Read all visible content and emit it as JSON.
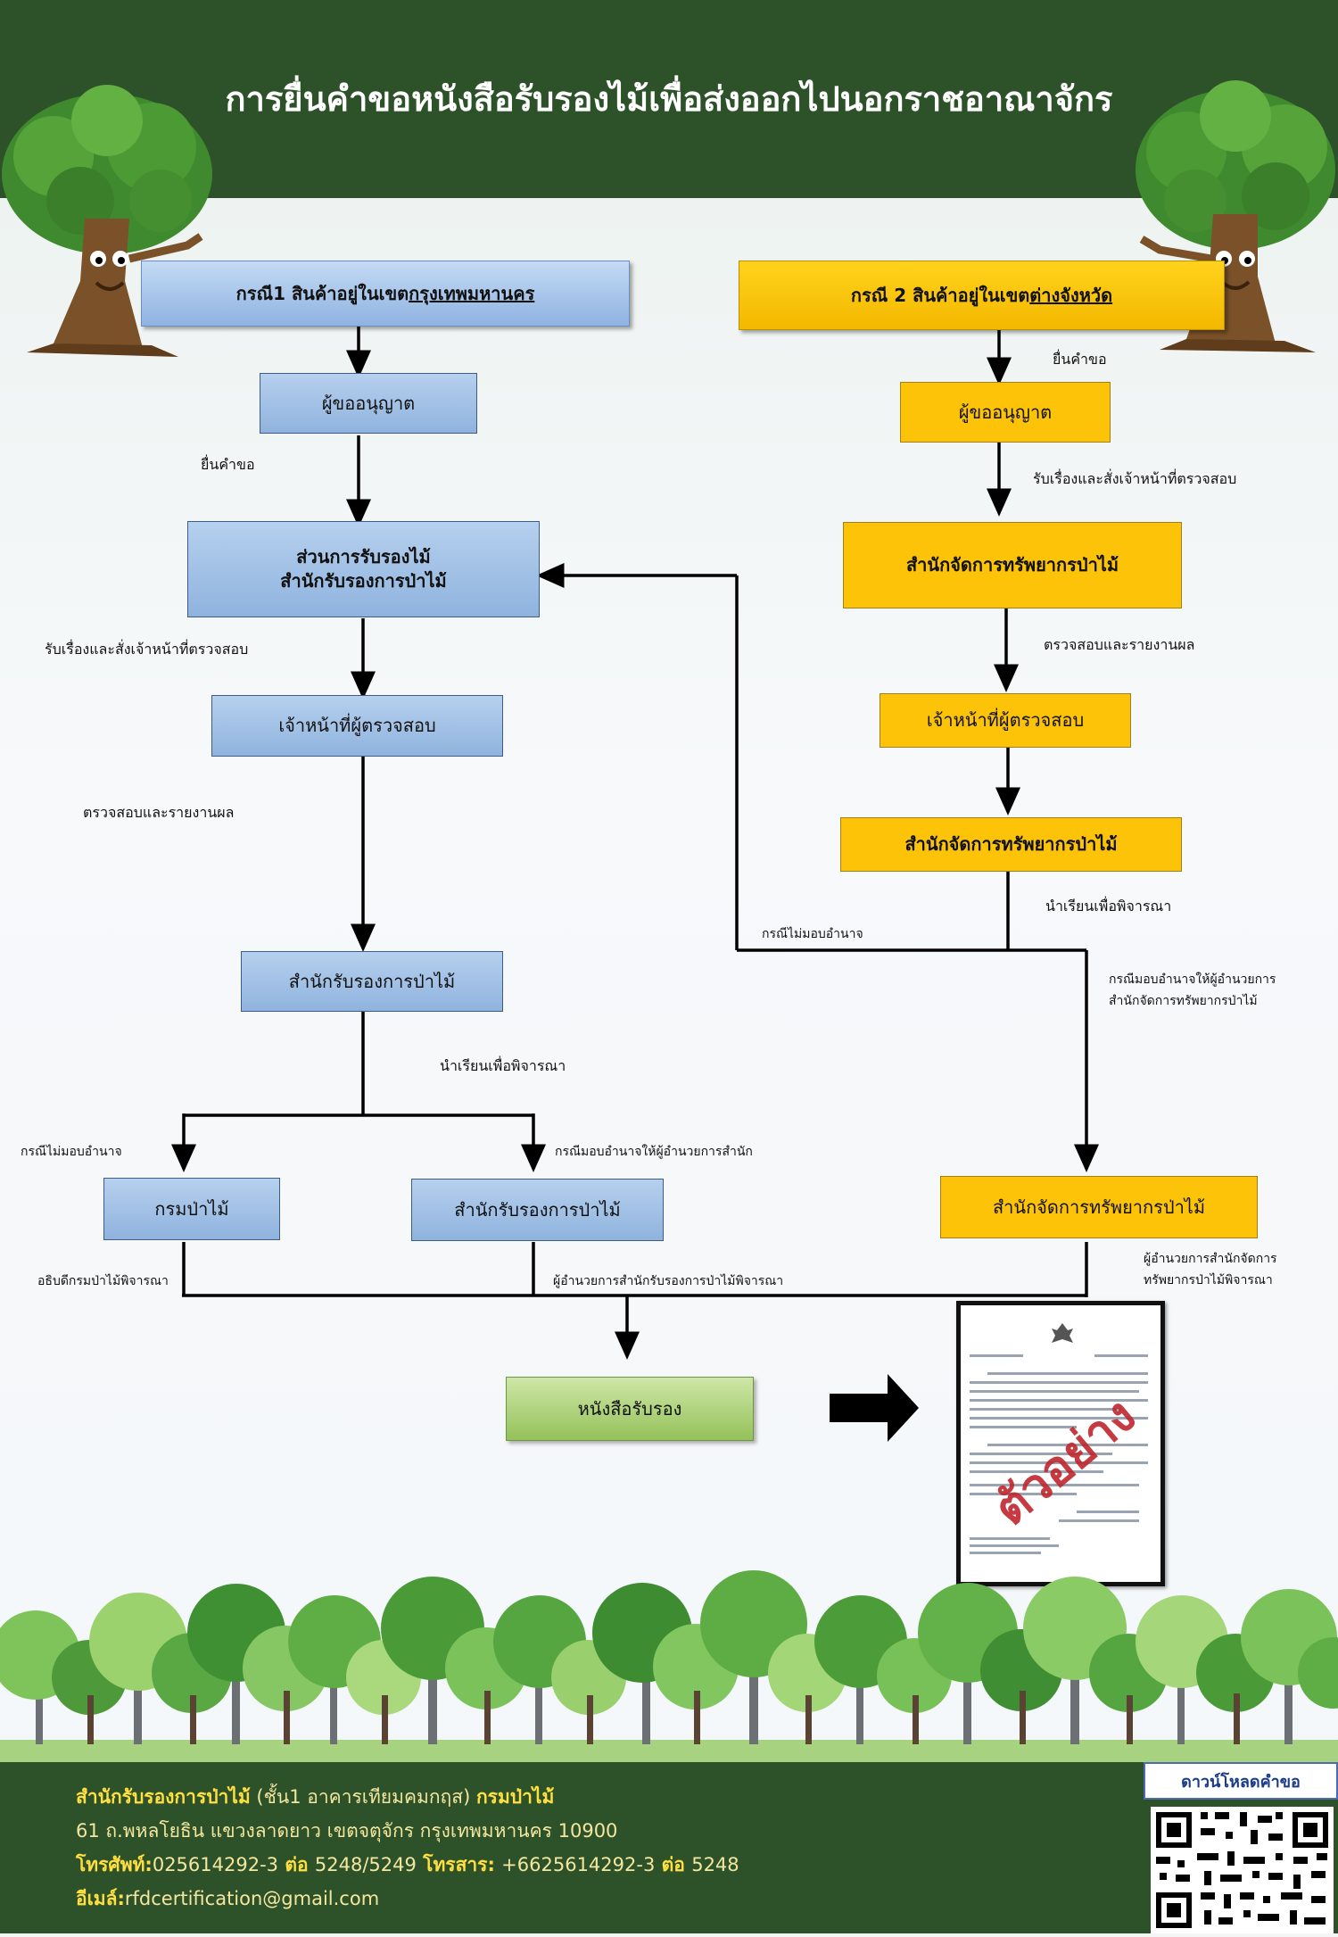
{
  "title": "การยื่นคำขอหนังสือรับรองไม้เพื่อส่งออกไปนอกราชอาณาจักร",
  "case1": {
    "header_prefix": "กรณี1  สินค้าอยู่ในเขต",
    "header_underlined": "กรุงเทพมหานคร",
    "applicant": "ผู้ขออนุญาต",
    "submit": "ยื่นคำขอ",
    "division_line1": "ส่วนการรับรองไม้",
    "division_line2": "สำนักรับรองการป่าไม้",
    "receive_assign": "รับเรื่องและสั่งเจ้าหน้าที่ตรวจสอบ",
    "inspector": "เจ้าหน้าที่ผู้ตรวจสอบ",
    "inspect_report": "ตรวจสอบและรายงานผล",
    "office": "สำนักรับรองการป่าไม้",
    "propose": "นำเรียนเพื่อพิจารณา",
    "no_delegation": "กรณีไม่มอบอำนาจ",
    "delegation": "กรณีมอบอำนาจให้ผู้อำนวยการสำนัก",
    "forest_dept": "กรมป่าไม้",
    "office_sign": "สำนักรับรองการป่าไม้",
    "director_general_consider": "อธิบดีกรมป่าไม้พิจารณา",
    "director_consider": "ผู้อำนวยการสำนักรับรองการป่าไม้พิจารณา"
  },
  "case2": {
    "header_prefix": "กรณี 2  สินค้าอยู่ในเขต",
    "header_underlined": "ต่างจังหวัด",
    "submit": "ยื่นคำขอ",
    "applicant": "ผู้ขออนุญาต",
    "receive_assign": "รับเรื่องและสั่งเจ้าหน้าที่ตรวจสอบ",
    "rfmo": "สำนักจัดการทรัพยากรป่าไม้",
    "inspect_report": "ตรวจสอบและรายงานผล",
    "inspector": "เจ้าหน้าที่ผู้ตรวจสอบ",
    "rfmo2": "สำนักจัดการทรัพยากรป่าไม้",
    "propose": "นำเรียนเพื่อพิจารณา",
    "no_delegation": "กรณีไม่มอบอำนาจ",
    "delegation_line1": "กรณีมอบอำนาจให้ผู้อำนวยการ",
    "delegation_line2": "สำนักจัดการทรัพยากรป่าไม้",
    "rfmo3": "สำนักจัดการทรัพยากรป่าไม้",
    "director_line1": "ผู้อำนวยการสำนักจัดการ",
    "director_line2": "ทรัพยากรป่าไม้พิจารณา"
  },
  "certificate": "หนังสือรับรอง",
  "sample_stamp": "ตัวอย่าง",
  "footer": {
    "org": "สำนักรับรองการป่าไม้",
    "org_detail": " (ชั้น1 อาคารเทียมคมกฤส) ",
    "dept": "กรมป่าไม้",
    "address": "61 ถ.พหลโยธิน แขวงลาดยาว เขตจตุจักร กรุงเทพมหานคร 10900",
    "phone_label": "โทรศัพท์:",
    "phone": "025614292-3",
    "ext_label": " ต่อ ",
    "phone_ext": "5248/5249",
    "fax_label": "  โทรสาร: ",
    "fax": "+6625614292-3",
    "fax_ext_label": " ต่อ ",
    "fax_ext": "5248",
    "email_label": "อีเมล์:",
    "email": "rfdcertification@gmail.com",
    "download": "ดาวน์โหลดคำขอ"
  }
}
